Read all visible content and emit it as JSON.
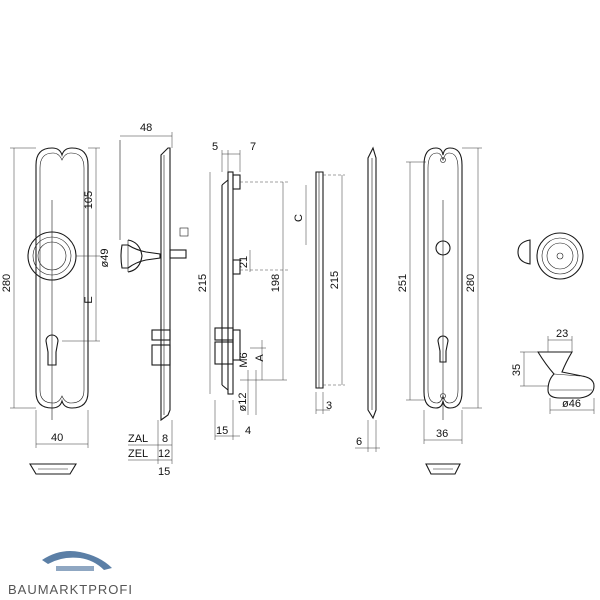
{
  "dimensions": {
    "front_height": "280",
    "front_top_to_knob": "105",
    "knob_dia": "ø49",
    "e_dim": "E",
    "front_width": "40",
    "side_depth": "48",
    "zal": "ZAL",
    "zal_val": "8",
    "zel": "ZEL",
    "zel_val": "12",
    "side_bottom": "15",
    "rose_a": "5",
    "rose_b": "7",
    "rose_height": "215",
    "rose_inner": "198",
    "rose_21": "21",
    "m6": "M6",
    "a_dim": "A",
    "dia12": "ø12",
    "rose_15": "15",
    "rose_4": "4",
    "plate_c": "C",
    "plate_height": "215",
    "plate_3": "3",
    "thin_6": "6",
    "back_251": "251",
    "back_280": "280",
    "back_width": "36",
    "turn_23": "23",
    "turn_35": "35",
    "turn_dia": "ø46"
  },
  "brand": {
    "name": "BAUMARKTPROFI",
    "primary_color": "#5b7fa6",
    "secondary_color": "#8fa7c2"
  }
}
